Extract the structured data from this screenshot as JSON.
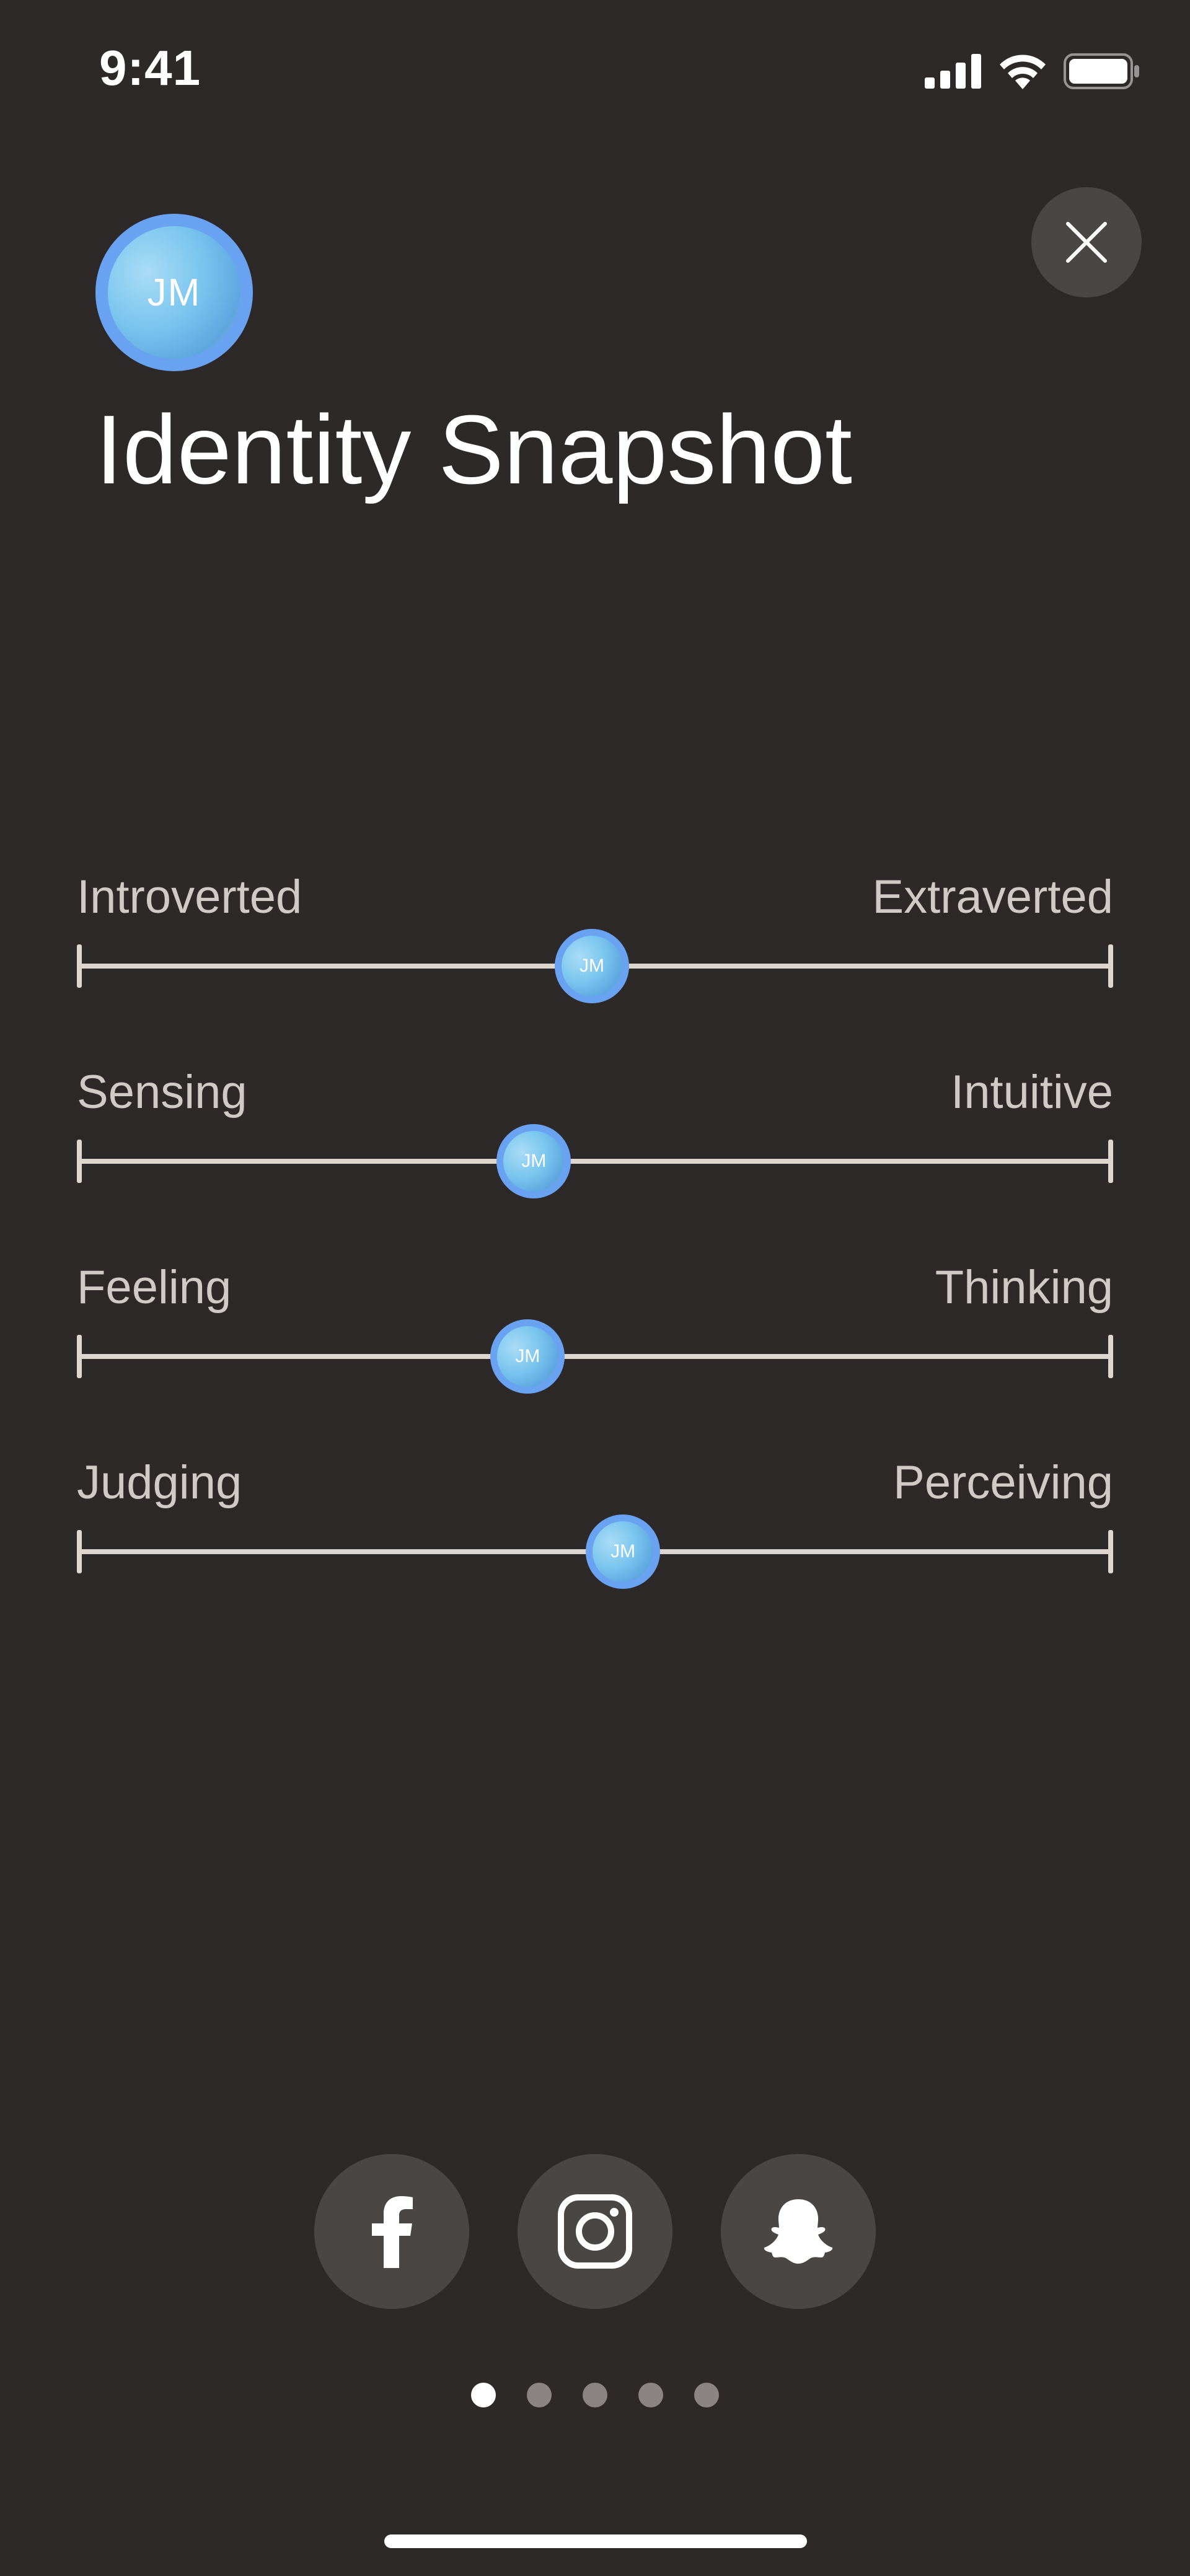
{
  "status_bar": {
    "time": "9:41"
  },
  "header": {
    "avatar_initials": "JM",
    "title": "Identity Snapshot"
  },
  "traits": [
    {
      "left_label": "Introverted",
      "right_label": "Extraverted",
      "value": 0.497,
      "knob_initials": "JM"
    },
    {
      "left_label": "Sensing",
      "right_label": "Intuitive",
      "value": 0.441,
      "knob_initials": "JM"
    },
    {
      "left_label": "Feeling",
      "right_label": "Thinking",
      "value": 0.435,
      "knob_initials": "JM"
    },
    {
      "left_label": "Judging",
      "right_label": "Perceiving",
      "value": 0.527,
      "knob_initials": "JM"
    }
  ],
  "social": [
    {
      "name": "facebook",
      "icon": "facebook-icon"
    },
    {
      "name": "instagram",
      "icon": "instagram-icon"
    },
    {
      "name": "snapchat",
      "icon": "snapchat-icon"
    }
  ],
  "pager": {
    "count": 5,
    "active_index": 0
  },
  "colors": {
    "background": "#2c2928",
    "accent": "#6aa2f2",
    "track": "#dcd6cf",
    "label": "#cfcac5",
    "button_bg": "#4a4644"
  }
}
